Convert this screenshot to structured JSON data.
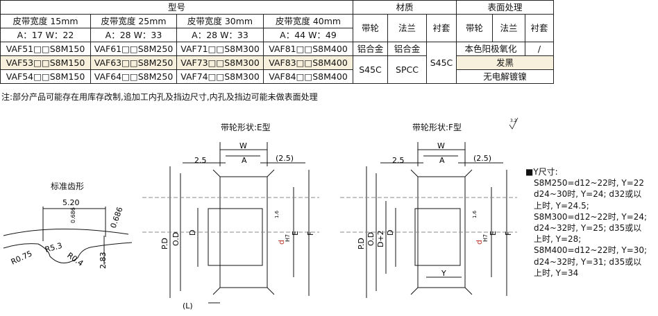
{
  "table": {
    "h_model": "型号",
    "h_material": "材质",
    "h_surface": "表面处理",
    "belt_widths": [
      "皮带宽度 15mm",
      "皮带宽度 25mm",
      "皮带宽度 30mm",
      "皮带宽度 40mm"
    ],
    "aw": [
      "A：17  W：22",
      "A：28  W：33",
      "A：28  W：33",
      "A：44  W：49"
    ],
    "mat_cols": [
      "带轮",
      "法兰",
      "衬套"
    ],
    "surf_cols": [
      "带轮",
      "法兰",
      "衬套"
    ],
    "rows": [
      [
        "VAF51□□S8M150",
        "VAF61□□S8M250",
        "VAF71□□S8M300",
        "VAF81□□S8M400"
      ],
      [
        "VAF53□□S8M150",
        "VAF63□□S8M250",
        "VAF73□□S8M300",
        "VAF83□□S8M400"
      ],
      [
        "VAF54□□S8M150",
        "VAF64□□S8M250",
        "VAF74□□S8M300",
        "VAF84□□S8M400"
      ]
    ],
    "mat_row1": [
      "铝合金",
      "铝合金"
    ],
    "mat_lower": [
      "S45C",
      "SPCC"
    ],
    "bushing_mat": "S45C",
    "surf_row1": [
      "本色阳极氧化",
      "/"
    ],
    "surf_row2": "发黑",
    "surf_row3": "无电解镀镍"
  },
  "note": "注:部分产品可能存在用库存改制,追加工内孔及挡边尺寸,内孔及挡边可能未做表面处理",
  "tooth_title": "标准齿形",
  "tooth_dims": {
    "pitch": "5.20",
    "d1": "0.686",
    "d2": "0.686",
    "r1": "R0.75",
    "r2": "R5.3",
    "r3": "R0.4",
    "h": "2.83"
  },
  "typeE_title": "带轮形状:E型",
  "typeF_title": "带轮形状:F型",
  "roughness": "3.2",
  "dims": {
    "W": "W",
    "A": "A",
    "left": "2.5",
    "right": "(2.5)",
    "PD": "P.D",
    "OD": "O.D",
    "D": "D",
    "D2": "D+2",
    "E": "E",
    "F": "F",
    "d": "d",
    "H7": "H7",
    "L": "(L)",
    "Y": "Y",
    "r16": "1.6"
  },
  "y_info": {
    "title": "■Y尺寸:",
    "lines": [
      "S8M250=d12~22时, Y=22",
      "d24~30时, Y=24; d32或以",
      "上时, Y=24.5;",
      "S8M300=d12~22时, Y=24;",
      "d24~32时, Y=25; d35或以",
      "上时, Y=28;",
      "S8M400=d12~22时, Y=30;",
      "d24~32时, Y=31; d35或以",
      "上时, Y=34"
    ]
  }
}
